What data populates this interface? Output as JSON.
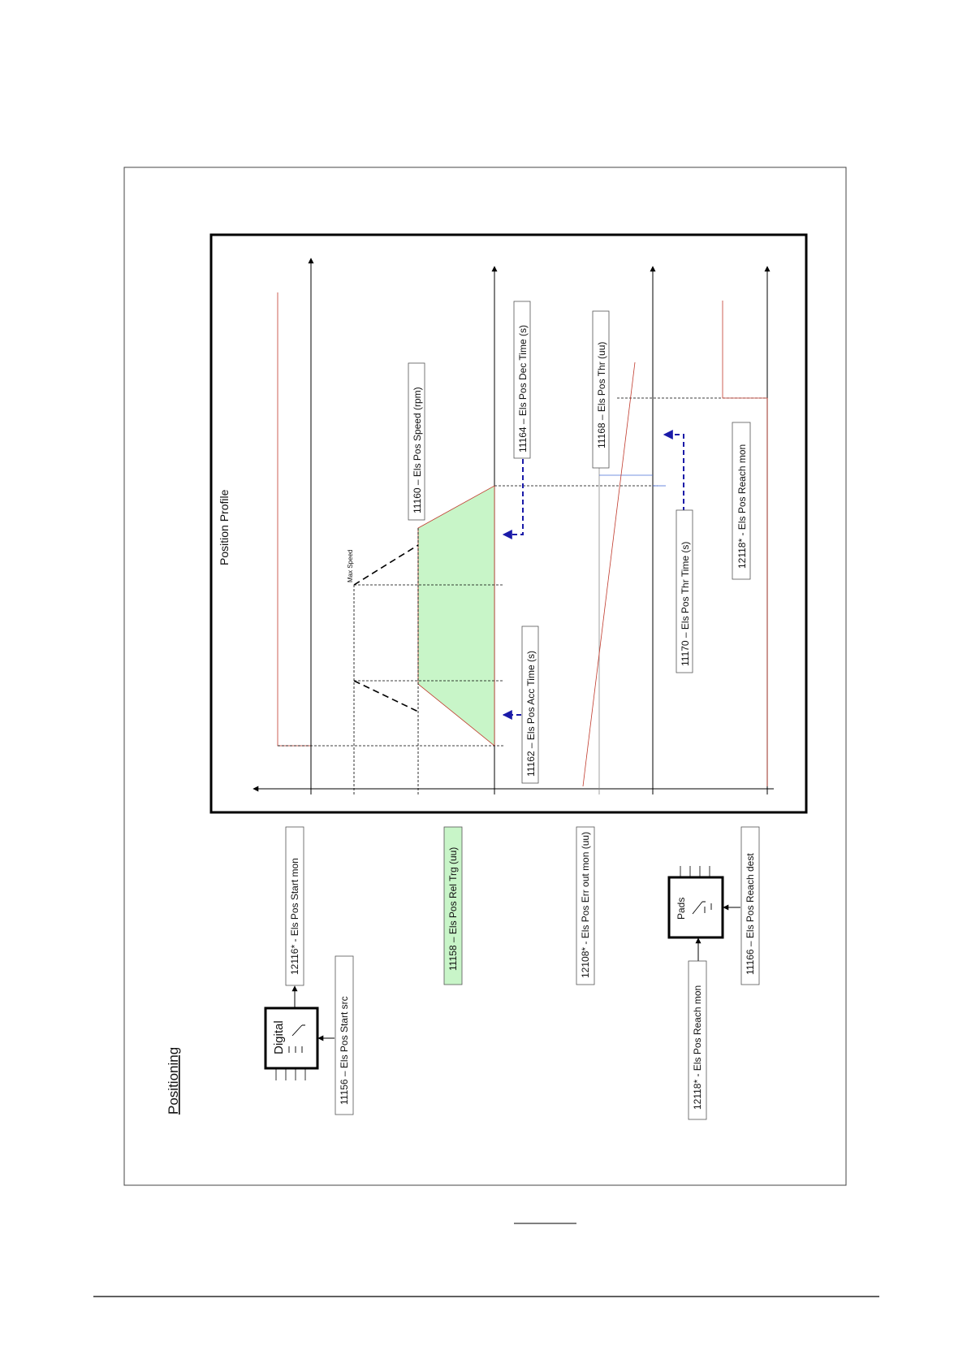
{
  "page": {
    "heading": "Positioning"
  },
  "profile": {
    "title": "Position Profile",
    "max_speed_label": "Max Speed"
  },
  "params": {
    "start_mon": "12116* - Els Pos Start mon",
    "start_src": "11156 – Els Pos Start src",
    "rel_trg": "11158 – Els Pos Rel Trg (uu)",
    "err_out_mon": "12108* - Els Pos Err out mon (uu)",
    "reach_mon_left": "12118* - Els Pos Reach mon",
    "reach_dest": "11166 – Els Pos Reach dest",
    "speed": "11160 – Els Pos Speed (rpm)",
    "dec_time": "11164 – Els Pos Dec Time (s)",
    "acc_time": "11162 – Els Pos Acc Time (s)",
    "thr": "11168 – Els Pos Thr (uu)",
    "thr_time": "11170 – Els Pos Thr Time (s)",
    "reach_mon_right": "12118* - Els Pos Reach mon"
  },
  "blocks": {
    "digital": "Digital",
    "pads": "Pads"
  },
  "colors": {
    "highlight_green": "#c8f5c8",
    "arrow_blue": "#1a1aa8",
    "signal_red": "#c0392b"
  }
}
